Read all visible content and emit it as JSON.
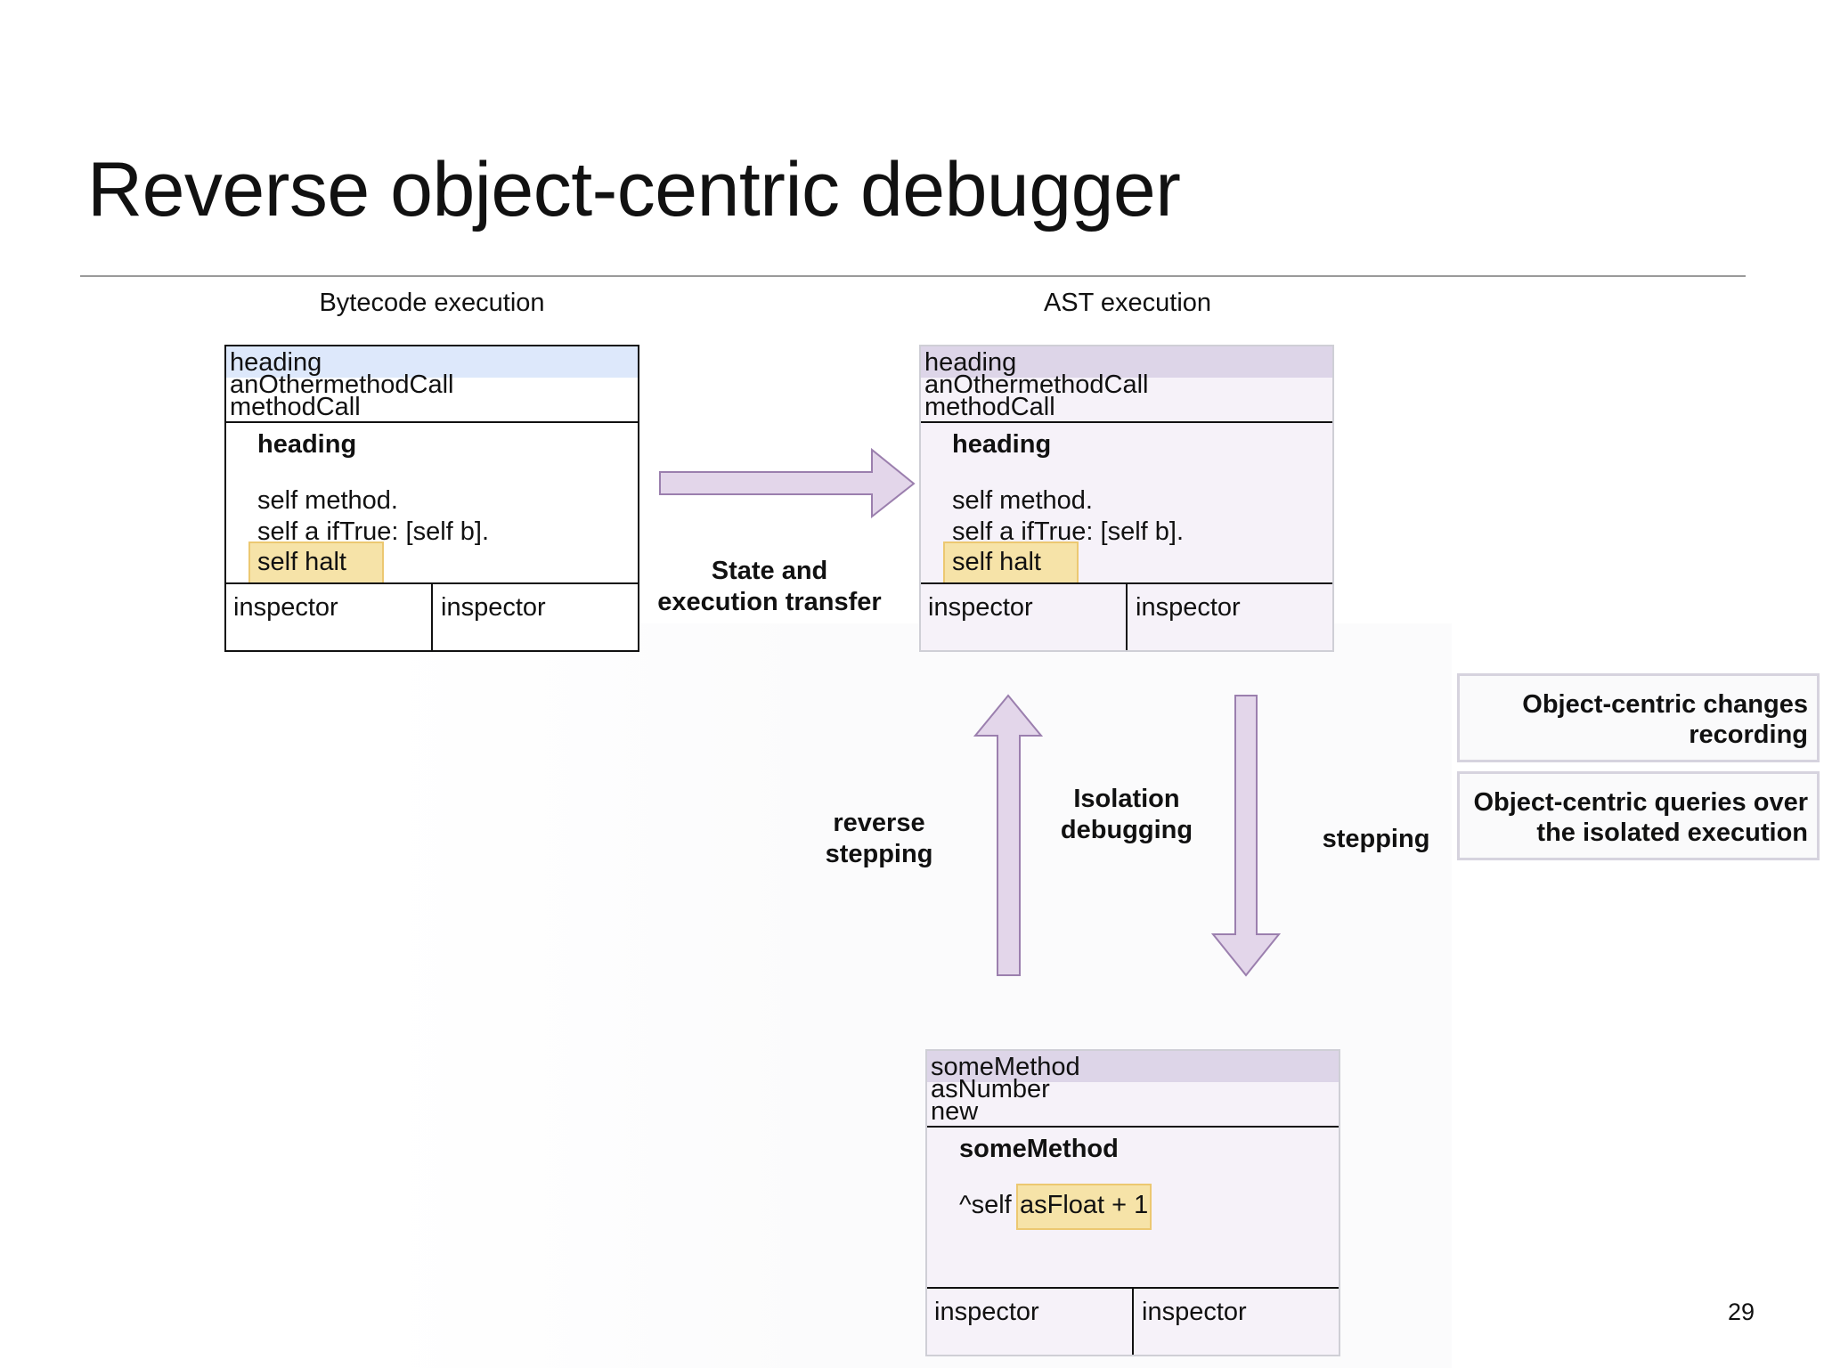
{
  "slide": {
    "title": "Reverse object-centric debugger",
    "page_number": "29"
  },
  "bytecode": {
    "label": "Bytecode execution",
    "stack": [
      "heading",
      "anOthermethodCall",
      "methodCall"
    ],
    "method_title": "heading",
    "code": [
      "self method.",
      "self a ifTrue: [self b]."
    ],
    "highlight": "self halt",
    "inspectors": [
      "inspector",
      "inspector"
    ]
  },
  "ast": {
    "label": "AST execution",
    "stack": [
      "heading",
      "anOthermethodCall",
      "methodCall"
    ],
    "method_title": "heading",
    "code": [
      "self method.",
      "self a ifTrue: [self b]."
    ],
    "highlight": "self halt",
    "inspectors": [
      "inspector",
      "inspector"
    ]
  },
  "isolated": {
    "stack": [
      "someMethod",
      "asNumber",
      "new"
    ],
    "method_title": "someMethod",
    "code_prefix": "^self",
    "highlight": "asFloat + 1",
    "inspectors": [
      "inspector",
      "inspector"
    ]
  },
  "labels": {
    "transfer": [
      "State and",
      "execution transfer"
    ],
    "reverse": [
      "reverse",
      "stepping"
    ],
    "isolation": [
      "Isolation",
      "debugging"
    ],
    "stepping": "stepping"
  },
  "features": [
    [
      "Object-centric changes",
      "recording"
    ],
    [
      "Object-centric queries over",
      "the isolated execution"
    ]
  ],
  "colors": {
    "arrow_fill": "#e3d6ea",
    "arrow_stroke": "#9b7fae",
    "stack_top_bytecode": "#dde8fb",
    "stack_top_ast": "#ddd5e8",
    "panel_tint": "#f6f2f9",
    "highlight": "#f6e3a8"
  }
}
